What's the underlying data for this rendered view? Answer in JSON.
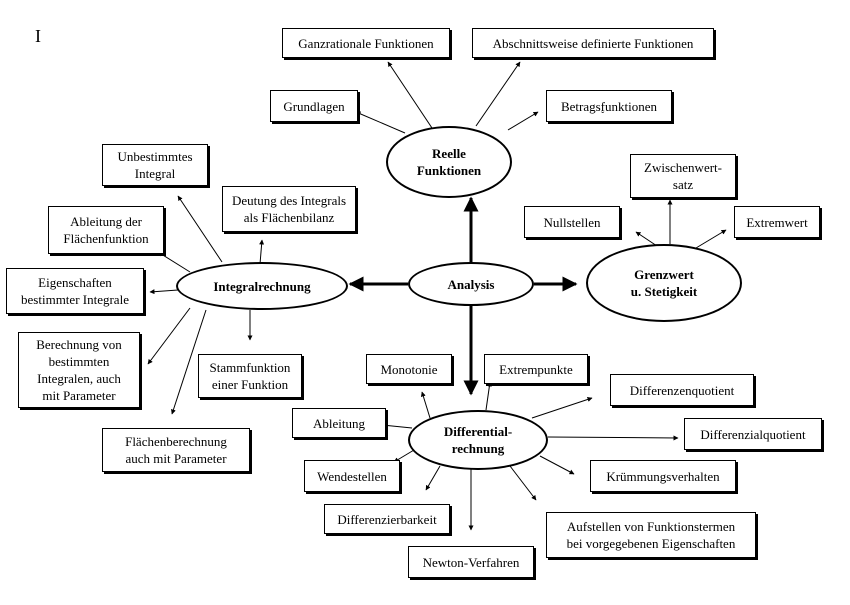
{
  "corner_mark": "I",
  "centers": {
    "analysis": "Analysis",
    "reelle": "Reelle\nFunktionen",
    "grenzwert": "Grenzwert\nu. Stetigkeit",
    "integral": "Integralrechnung",
    "differential": "Differential-\nrechnung"
  },
  "boxes": {
    "ganzrationale": "Ganzrationale Funktionen",
    "abschnittsweise": "Abschnittsweise definierte Funktionen",
    "grundlagen": "Grundlagen",
    "betrags": "Betragsfunktionen",
    "betrags_mark": "ˇ",
    "zwischenwertsatz": "Zwischenwert-\nsatz",
    "nullstellen": "Nullstellen",
    "extremwert": "Extremwert",
    "unbestimmtes": "Unbestimmtes\nIntegral",
    "deutung": "Deutung des Integrals\nals Flächenbilanz",
    "ableitung_flaechen": "Ableitung der\nFlächenfunktion",
    "eigenschaften": "Eigenschaften\nbestimmter Integrale",
    "berechnung": "Berechnung von\nbestimmten\nIntegralen, auch\nmit Parameter",
    "stammfunktion": "Stammfunktion\neiner Funktion",
    "flaechenberechnung": "Flächenberechnung\nauch mit Parameter",
    "monotonie": "Monotonie",
    "extrempunkte": "Extrempunkte",
    "differenzenquotient": "Differenzenquotient",
    "ableitung": "Ableitung",
    "differenzialquotient": "Differenzialquotient",
    "wendestellen": "Wendestellen",
    "kruemmung": "Krümmungsverhalten",
    "differenzierbarkeit": "Differenzierbarkeit",
    "aufstellen": "Aufstellen von Funktionstermen\nbei vorgegebenen Eigenschaften",
    "newton": "Newton-Verfahren"
  }
}
